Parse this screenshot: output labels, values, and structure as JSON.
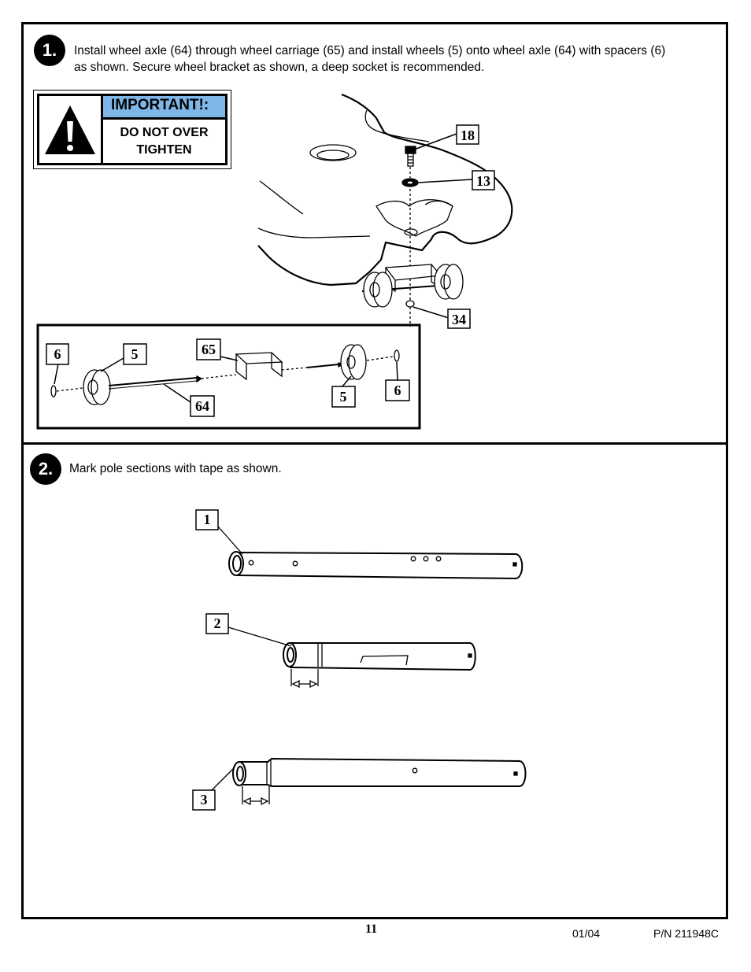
{
  "step1": {
    "number": "1.",
    "text_line1": "Install wheel axle (64) through wheel carriage (65) and install wheels (5) onto wheel axle (64) with spacers (6)",
    "text_line2": "as shown.  Secure wheel bracket as shown, a deep socket is recommended.",
    "warning": {
      "icon": "warning-triangle-icon",
      "title": "IMPORTANT!:",
      "message_line1": "DO NOT OVER",
      "message_line2": "TIGHTEN",
      "title_color": "#7fb6e8"
    },
    "callouts": {
      "bolt": "18",
      "washer": "13",
      "nut": "34",
      "spacer_left": "6",
      "wheel_left": "5",
      "carriage": "65",
      "axle": "64",
      "wheel_right": "5",
      "spacer_right": "6"
    }
  },
  "step2": {
    "number": "2.",
    "text": "Mark pole sections with tape as shown.",
    "callouts": {
      "pole1": "1",
      "pole2": "2",
      "pole3": "3"
    }
  },
  "footer": {
    "page_number": "11",
    "date": "01/04",
    "part_number": "P/N 211948C"
  }
}
